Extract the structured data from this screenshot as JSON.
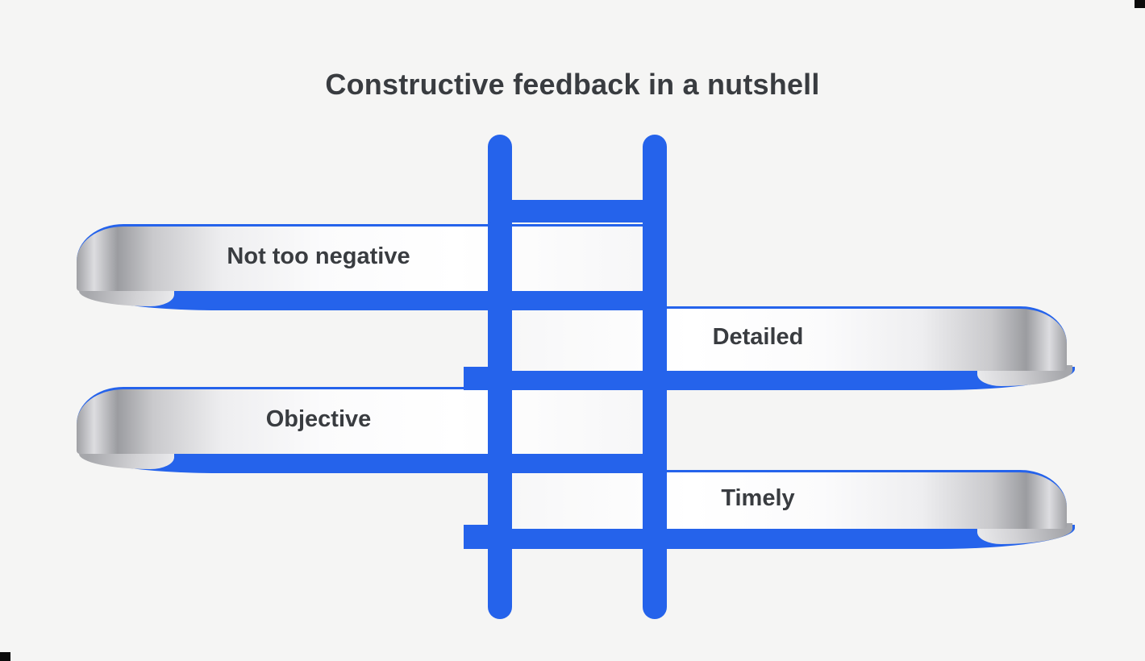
{
  "title": "Constructive feedback in a nutshell",
  "colors": {
    "accent_blue": "#2563eb",
    "background": "#f5f5f4",
    "text_dark": "#393c40",
    "silver_dark": "#9b9ca0",
    "silver_light": "#fbfbfc"
  },
  "graphic": {
    "name": "ladder-graphic"
  },
  "ribbons": [
    {
      "label": "Not too negative",
      "side": "left"
    },
    {
      "label": "Detailed",
      "side": "right"
    },
    {
      "label": "Objective",
      "side": "left"
    },
    {
      "label": "Timely",
      "side": "right"
    }
  ]
}
